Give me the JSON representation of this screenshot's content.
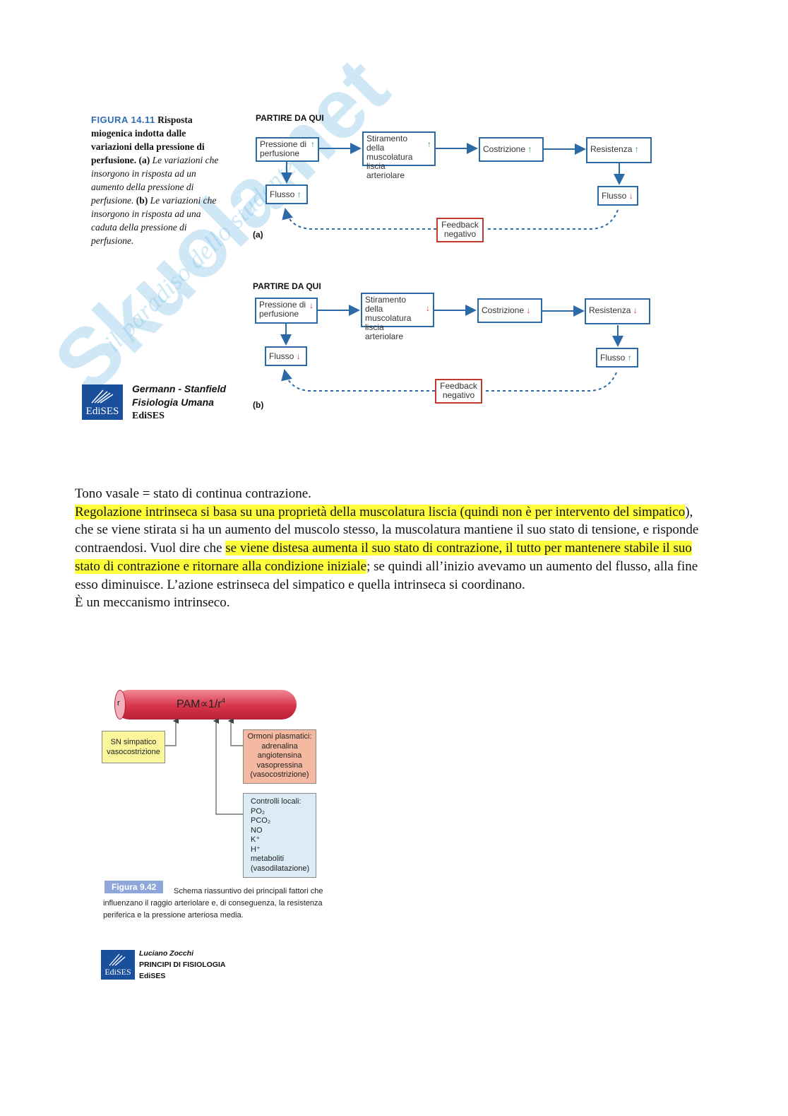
{
  "watermark": {
    "brand": "Skuola.net",
    "tagline": "il paradiso dello studente"
  },
  "figure1": {
    "caption": {
      "fig_label": "FIGURA 14.11",
      "title": "Risposta miogenica indotta dalle variazioni della pressione di perfusione.",
      "part_a_tag": "(a)",
      "part_a_text": "Le variazioni che insorgono in risposta ad un aumento della pressione di perfusione.",
      "part_b_tag": "(b)",
      "part_b_text": "Le variazioni che insorgono in risposta ad una caduta della pressione di perfusione."
    },
    "panel_a": {
      "start": "PARTIRE DA QUI",
      "label": "(a)",
      "pressione": "Pressione di perfusione",
      "stiramento": "Stiramento della muscolatura liscia arteriolare",
      "costrizione": "Costrizione",
      "resistenza": "Resistenza",
      "flusso_left": "Flusso",
      "flusso_right": "Flusso",
      "feedback": "Feedback negativo"
    },
    "panel_b": {
      "start": "PARTIRE DA QUI",
      "label": "(b)",
      "pressione": "Pressione di perfusione",
      "stiramento": "Stiramento della muscolatura liscia arteriolare",
      "costrizione": "Costrizione",
      "resistenza": "Resistenza",
      "flusso_left": "Flusso",
      "flusso_right": "Flusso",
      "feedback": "Feedback negativo"
    },
    "credit": {
      "authors": "Germann - Stanfield",
      "book": "Fisiologia Umana",
      "publisher": "EdiSES",
      "logo": "EdiSES"
    }
  },
  "text": {
    "line1": "Tono vasale = stato di continua contrazione.",
    "p_hl1": "Regolazione intrinseca si basa su una proprietà della muscolatura liscia (quindi non è per intervento del simpatico",
    "p_t1": "), che se viene stirata si ha un aumento del muscolo stesso, la muscolatura mantiene il suo stato di tensione, e risponde contraendosi. Vuol dire che ",
    "p_hl2": "se viene distesa aumenta il suo stato di contrazione, il tutto per mantenere stabile il suo stato di contrazione e ritornare alla condizione iniziale",
    "p_t2": "; se quindi all’inizio avevamo un aumento del flusso, alla fine esso diminuisce. L’azione estrinseca del simpatico e quella intrinseca si coordinano.",
    "line_last": "È un meccanismo intrinseco."
  },
  "figure2": {
    "vessel_label": "PAM∝1/r",
    "vessel_exp": "4",
    "radius_mark": "r",
    "sn_box": "SN simpatico vasocostrizione",
    "ormoni_box": "Ormoni plasmatici: adrenalina angiotensina vasopressina (vasocostrizione)",
    "local_title": "Controlli locali:",
    "local_items": [
      "PO₂",
      "PCO₂",
      "NO",
      "K⁺",
      "H⁺",
      "metaboliti"
    ],
    "local_note": "(vasodilatazione)",
    "fig_tag": "Figura 9.42",
    "caption": "Schema riassuntivo dei principali fattori che influenzano il raggio arteriolare e, di conseguenza, la resistenza periferica e la pressione arteriosa media.",
    "credit": {
      "author": "Luciano Zocchi",
      "book": "PRINCIPI DI FISIOLOGIA",
      "publisher": "EdiSES",
      "logo": "EdiSES"
    }
  }
}
